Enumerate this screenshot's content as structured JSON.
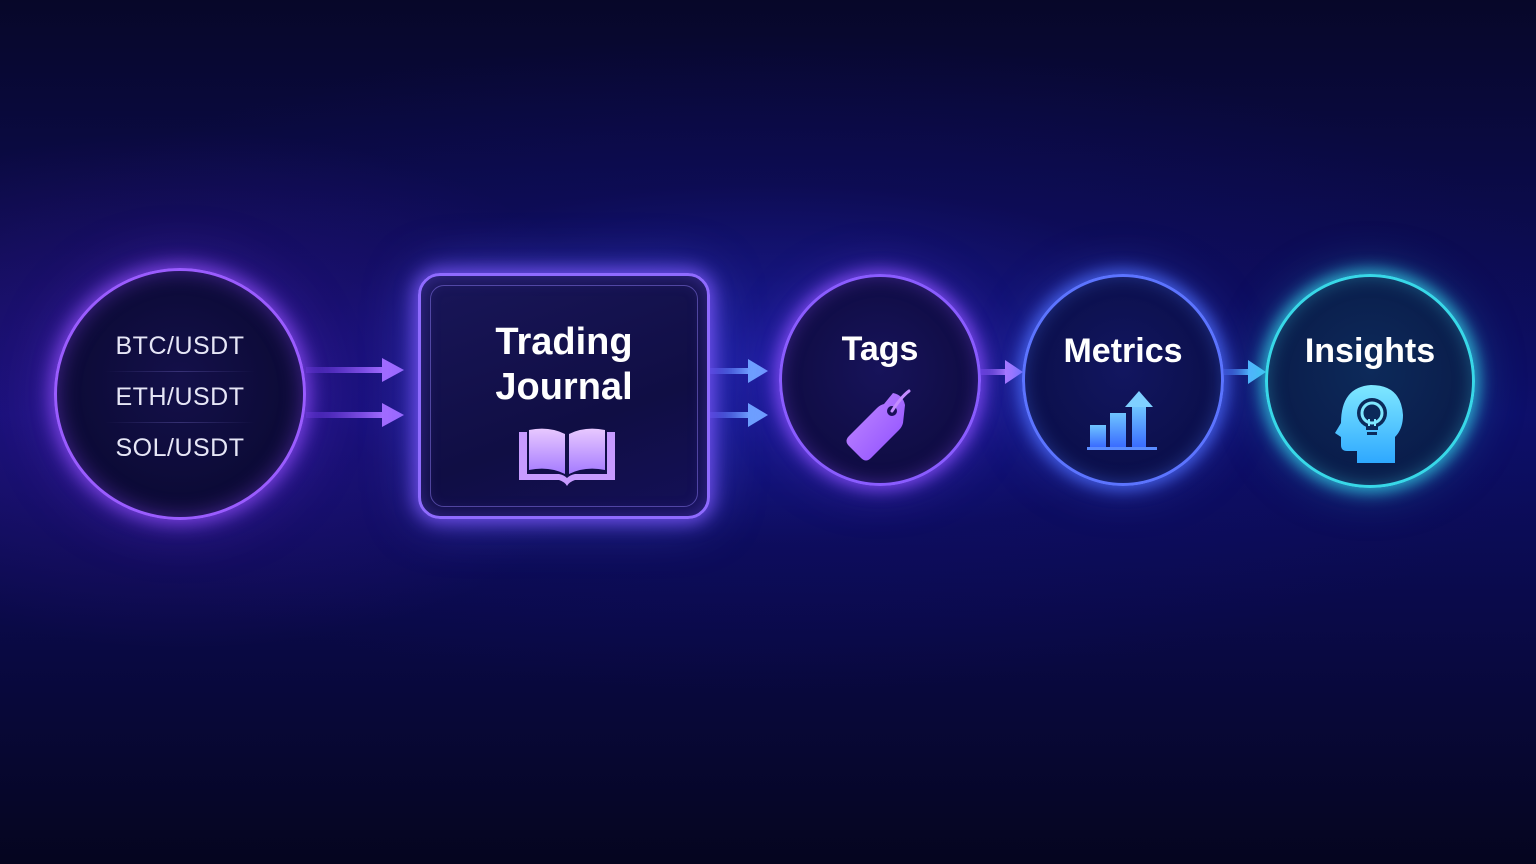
{
  "diagram": {
    "nodes": [
      {
        "id": "pairs",
        "shape": "circle",
        "items": [
          "BTC/USDT",
          "ETH/USDT",
          "SOL/USDT"
        ]
      },
      {
        "id": "journal",
        "shape": "rounded-box",
        "title_line1": "Trading",
        "title_line2": "Journal",
        "icon": "open-book-icon"
      },
      {
        "id": "tags",
        "shape": "circle",
        "title": "Tags",
        "icon": "tag-icon"
      },
      {
        "id": "metrics",
        "shape": "circle",
        "title": "Metrics",
        "icon": "bar-chart-up-icon"
      },
      {
        "id": "insights",
        "shape": "circle",
        "title": "Insights",
        "icon": "head-lightbulb-icon"
      }
    ],
    "edges": [
      {
        "from": "pairs",
        "to": "journal",
        "count": 2
      },
      {
        "from": "journal",
        "to": "tags",
        "count": 2
      },
      {
        "from": "tags",
        "to": "metrics",
        "count": 1
      },
      {
        "from": "metrics",
        "to": "insights",
        "count": 1
      }
    ],
    "colors": {
      "background": "#0c0c52",
      "purple": "#9a5cff",
      "violet": "#8f6bff",
      "blue": "#5c74ff",
      "cyan": "#38d8e8",
      "text": "#ffffff"
    }
  }
}
